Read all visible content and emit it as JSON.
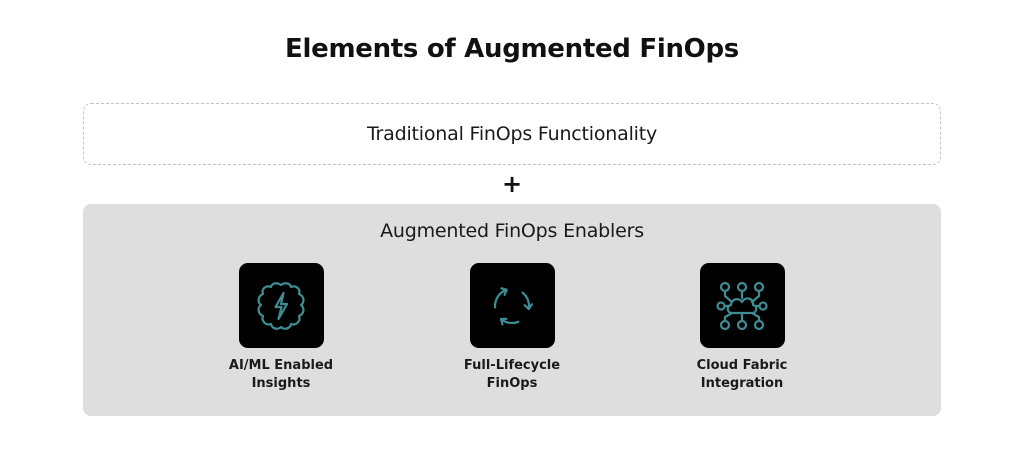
{
  "title": "Elements of Augmented FinOps",
  "traditional": {
    "label": "Traditional FinOps Functionality"
  },
  "plus": "+",
  "enablers": {
    "title": "Augmented FinOps Enablers",
    "items": [
      {
        "icon": "brain-lightning-icon",
        "line1": "AI/ML Enabled",
        "line2": "Insights"
      },
      {
        "icon": "cycle-arrows-icon",
        "line1": "Full-Lifecycle",
        "line2": "FinOps"
      },
      {
        "icon": "cloud-network-icon",
        "line1": "Cloud Fabric",
        "line2": "Integration"
      }
    ]
  },
  "colors": {
    "icon_stroke": "#3f8d93",
    "icon_tile": "#000000",
    "panel": "#dedede",
    "dashed_border": "#c4c4c4"
  }
}
